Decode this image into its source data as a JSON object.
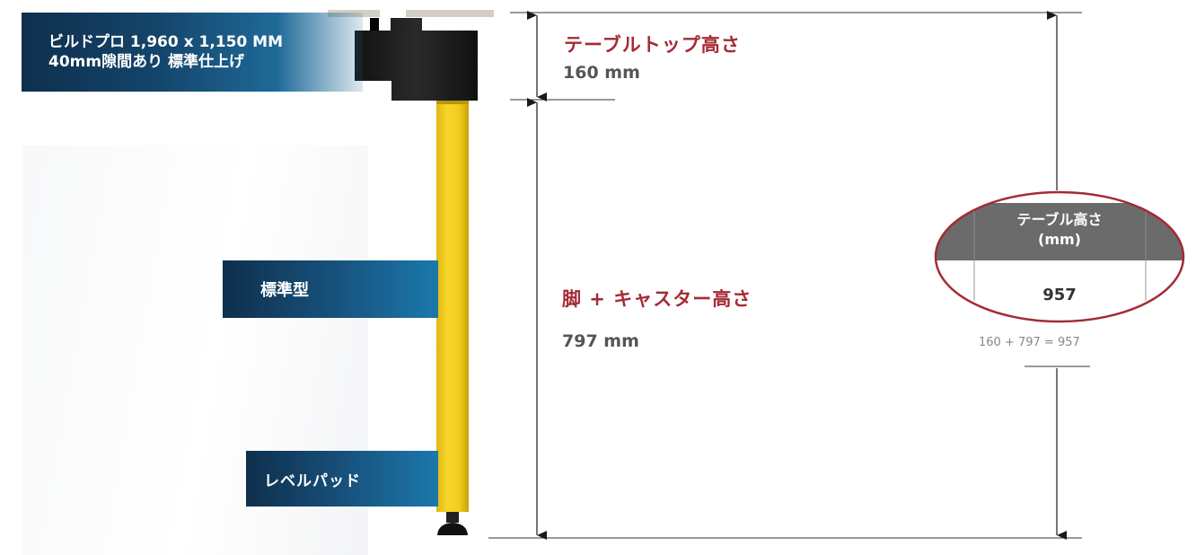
{
  "product": {
    "title_line1": "ビルドプロ 1,960 x 1,150 MM",
    "title_line2": "40mm隙間あり 標準仕上げ"
  },
  "callouts": {
    "standard_type": "標準型",
    "leveling_pad": "レベルパッド"
  },
  "dimensions": {
    "tabletop": {
      "label": "テーブルトップ高さ",
      "value": "160 mm"
    },
    "leg_caster": {
      "label": "脚 + キャスター高さ",
      "value": "797 mm"
    }
  },
  "summary_table": {
    "header_line1": "テーブル高さ",
    "header_line2": "(mm)",
    "value": "957",
    "formula": "160 + 797 = 957"
  },
  "colors": {
    "banner_dark": "#0f2f4d",
    "banner_light": "#1b78ad",
    "accent_red": "#a52a35",
    "leg_yellow": "#f2cf1d",
    "table_header": "#6b6b6b"
  },
  "icons": {
    "double_arrow": "vertical-dimension-arrow"
  }
}
